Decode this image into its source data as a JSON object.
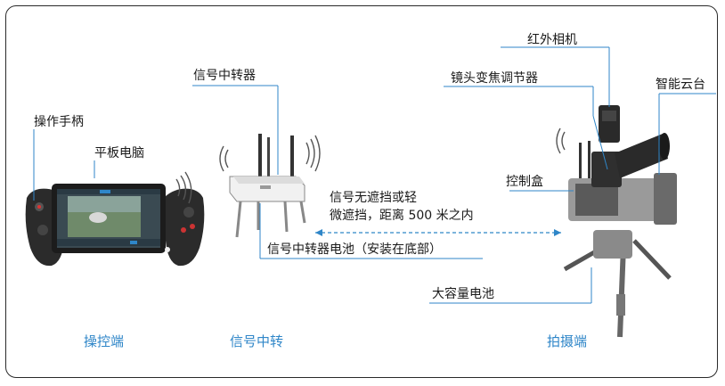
{
  "labels": {
    "gamepad": "操作手柄",
    "tablet": "平板电脑",
    "relay": "信号中转器",
    "ir_camera": "红外相机",
    "zoom_adjuster": "镜头变焦调节器",
    "gimbal": "智能云台",
    "control_box": "控制盒",
    "relay_battery": "信号中转器电池（安装在底部）",
    "big_battery": "大容量电池"
  },
  "range_text": {
    "line1": "信号无遮挡或轻",
    "line2": "微遮挡，距离 500 米之内"
  },
  "captions": {
    "control_end": "操控端",
    "relay_end": "信号中转",
    "shoot_end": "拍摄端"
  },
  "colors": {
    "leader": "#2f86c8",
    "accent": "#2f86c8",
    "frame": "#2a2a2a"
  }
}
